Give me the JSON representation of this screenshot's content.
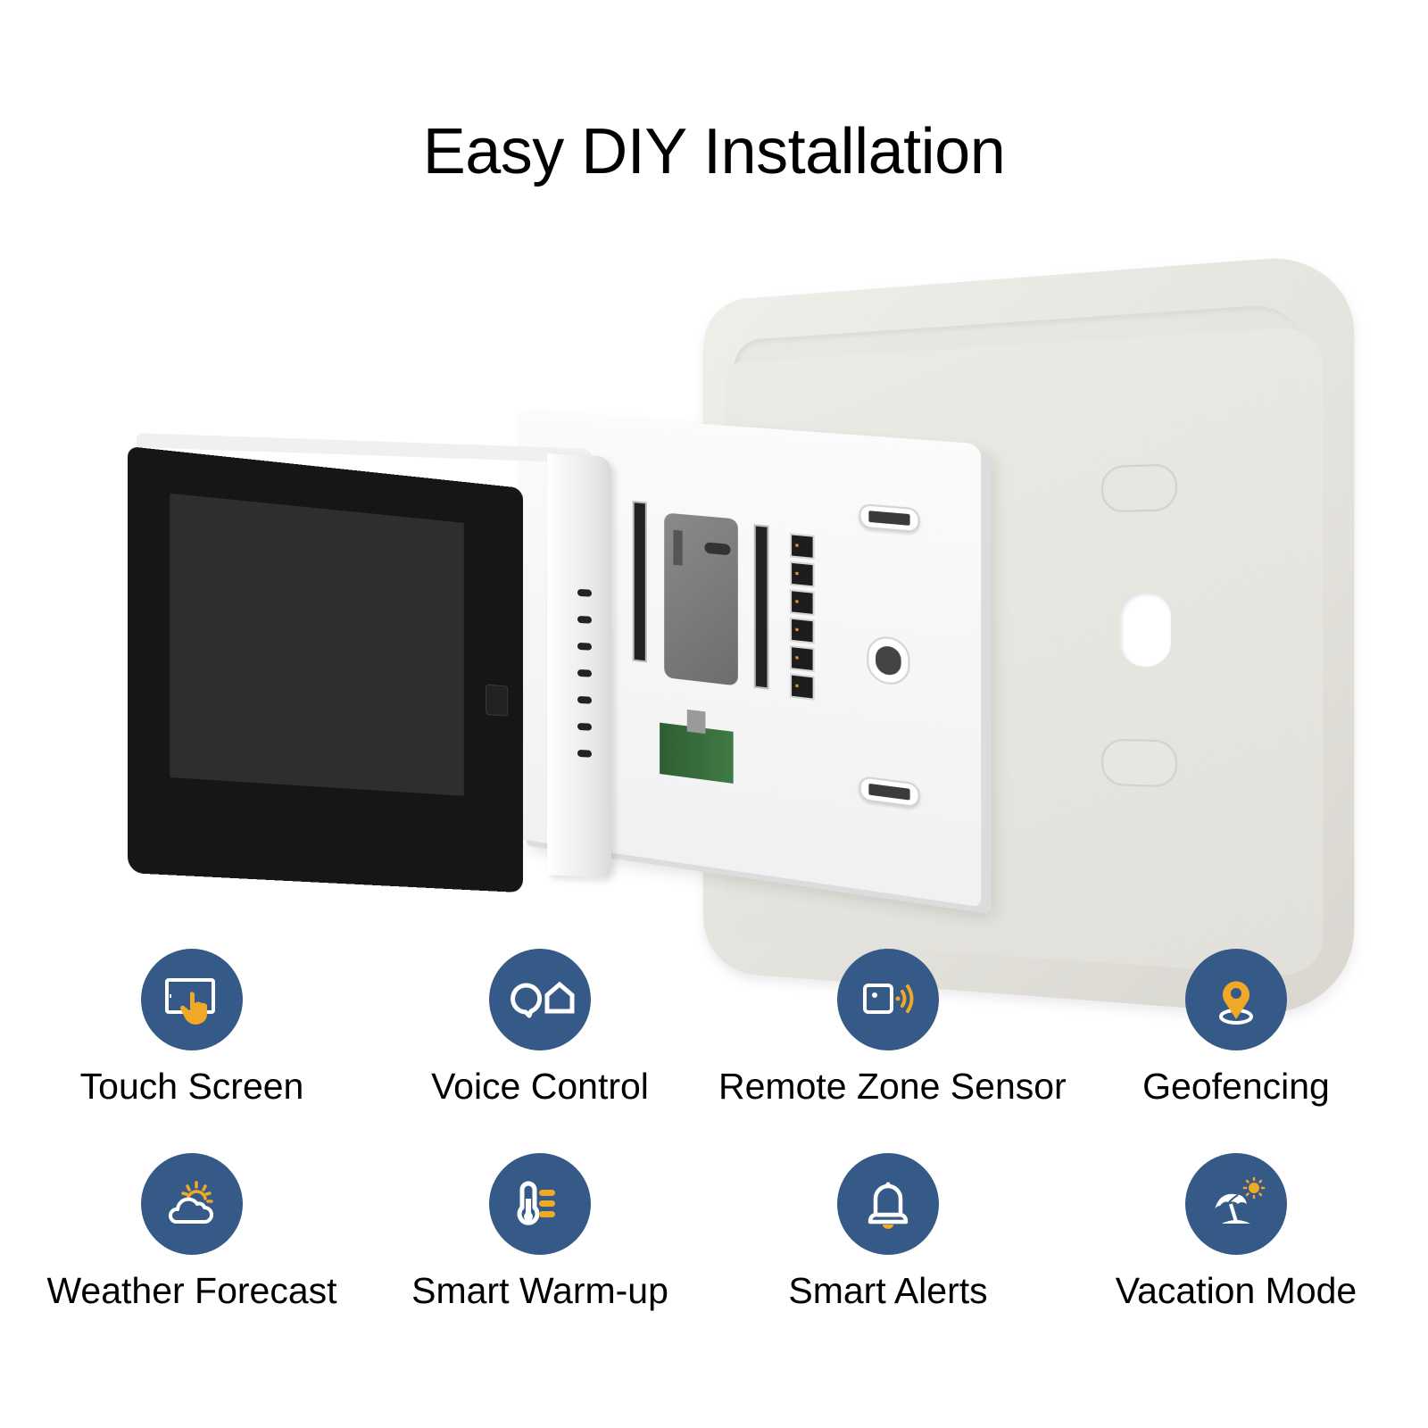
{
  "header": {
    "title": "Easy DIY Installation"
  },
  "illustration": {
    "parts": [
      "display-unit",
      "mounting-base",
      "wall-plate"
    ]
  },
  "colors": {
    "icon_circle": "#365a88",
    "icon_accent": "#f0a827",
    "icon_line": "#ffffff",
    "text": "#000000",
    "background": "#ffffff"
  },
  "features": [
    {
      "label": "Touch Screen",
      "icon": "touch-screen-icon"
    },
    {
      "label": "Voice Control",
      "icon": "voice-assistant-icon"
    },
    {
      "label": "Remote Zone Sensor",
      "icon": "remote-sensor-icon"
    },
    {
      "label": "Geofencing",
      "icon": "location-pin-icon"
    },
    {
      "label": "Weather Forecast",
      "icon": "weather-icon"
    },
    {
      "label": "Smart Warm-up",
      "icon": "thermometer-icon"
    },
    {
      "label": "Smart Alerts",
      "icon": "bell-icon"
    },
    {
      "label": "Vacation Mode",
      "icon": "beach-umbrella-icon"
    }
  ]
}
